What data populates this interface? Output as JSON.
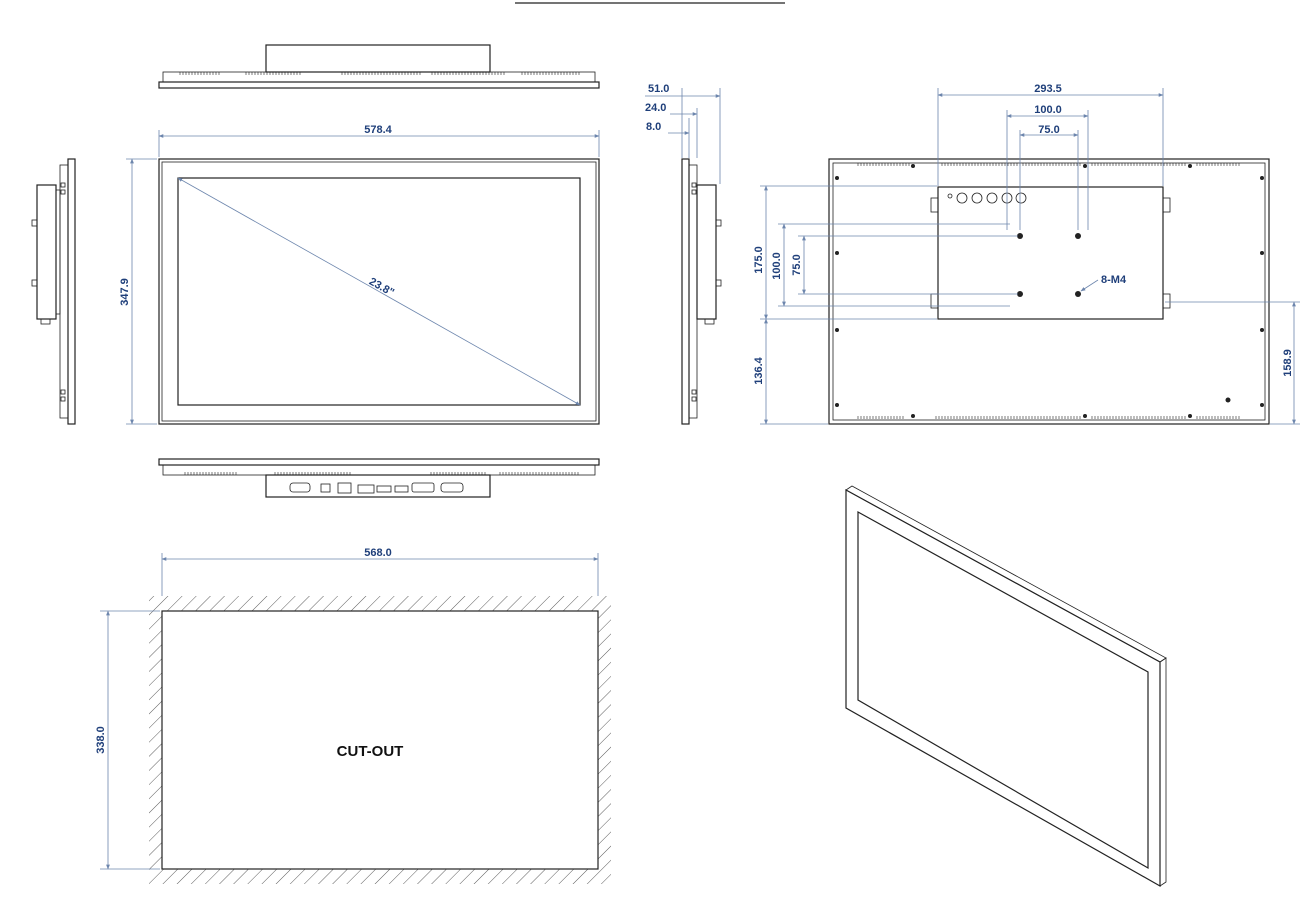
{
  "dimensions": {
    "front_width": "578.4",
    "front_height": "347.9",
    "diagonal": "23.8\"",
    "depth_total": "51.0",
    "depth_mid": "24.0",
    "depth_bezel": "8.0",
    "rear_hole_span": "293.5",
    "vesa_100": "100.0",
    "vesa_75": "75.0",
    "rear_vertical_175": "175.0",
    "rear_vertical_100": "100.0",
    "rear_vertical_75": "75.0",
    "rear_bottom_136": "136.4",
    "rear_right_158": "158.9",
    "cutout_width": "568.0",
    "cutout_height": "338.0"
  },
  "labels": {
    "screw_spec": "8-M4",
    "cutout": "CUT-OUT"
  },
  "colors": {
    "dimension_text": "#1f3f7a",
    "dimension_line": "#6d86ad",
    "outline": "#222222"
  }
}
